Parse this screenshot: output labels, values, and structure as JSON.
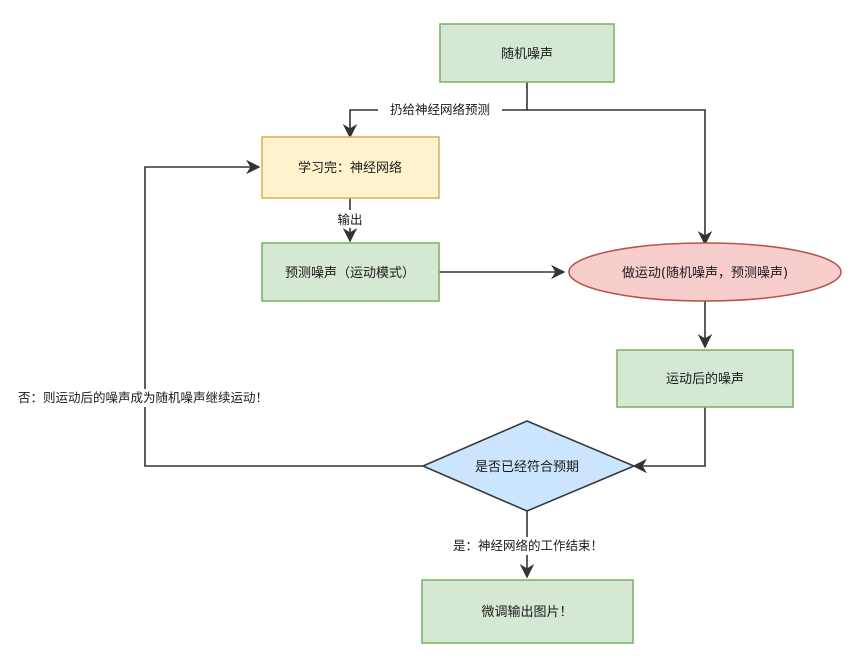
{
  "nodes": {
    "random_noise": {
      "label": "随机噪声",
      "fill": "#d5e8d4",
      "stroke": "#82b366"
    },
    "learned_net": {
      "label": "学习完：神经网络",
      "fill": "#fff2cc",
      "stroke": "#d6b656"
    },
    "predicted_noise": {
      "label": "预测噪声（运动模式）",
      "fill": "#d5e8d4",
      "stroke": "#82b366"
    },
    "do_motion": {
      "label": "做运动(随机噪声，预测噪声)",
      "fill": "#f8cecc",
      "stroke": "#b85450"
    },
    "noise_after": {
      "label": "运动后的噪声",
      "fill": "#d5e8d4",
      "stroke": "#82b366"
    },
    "decision": {
      "label": "是否已经符合预期",
      "fill": "#cce5ff",
      "stroke": "#36393d"
    },
    "output_image": {
      "label": "微调输出图片！",
      "fill": "#d5e8d4",
      "stroke": "#82b366"
    }
  },
  "edges": {
    "throw_to_net": "扔给神经网络预测",
    "output": "输出",
    "no_loop": "否：则运动后的噪声成为随机噪声继续运动！",
    "yes_done": "是：神经网络的工作结束！"
  }
}
